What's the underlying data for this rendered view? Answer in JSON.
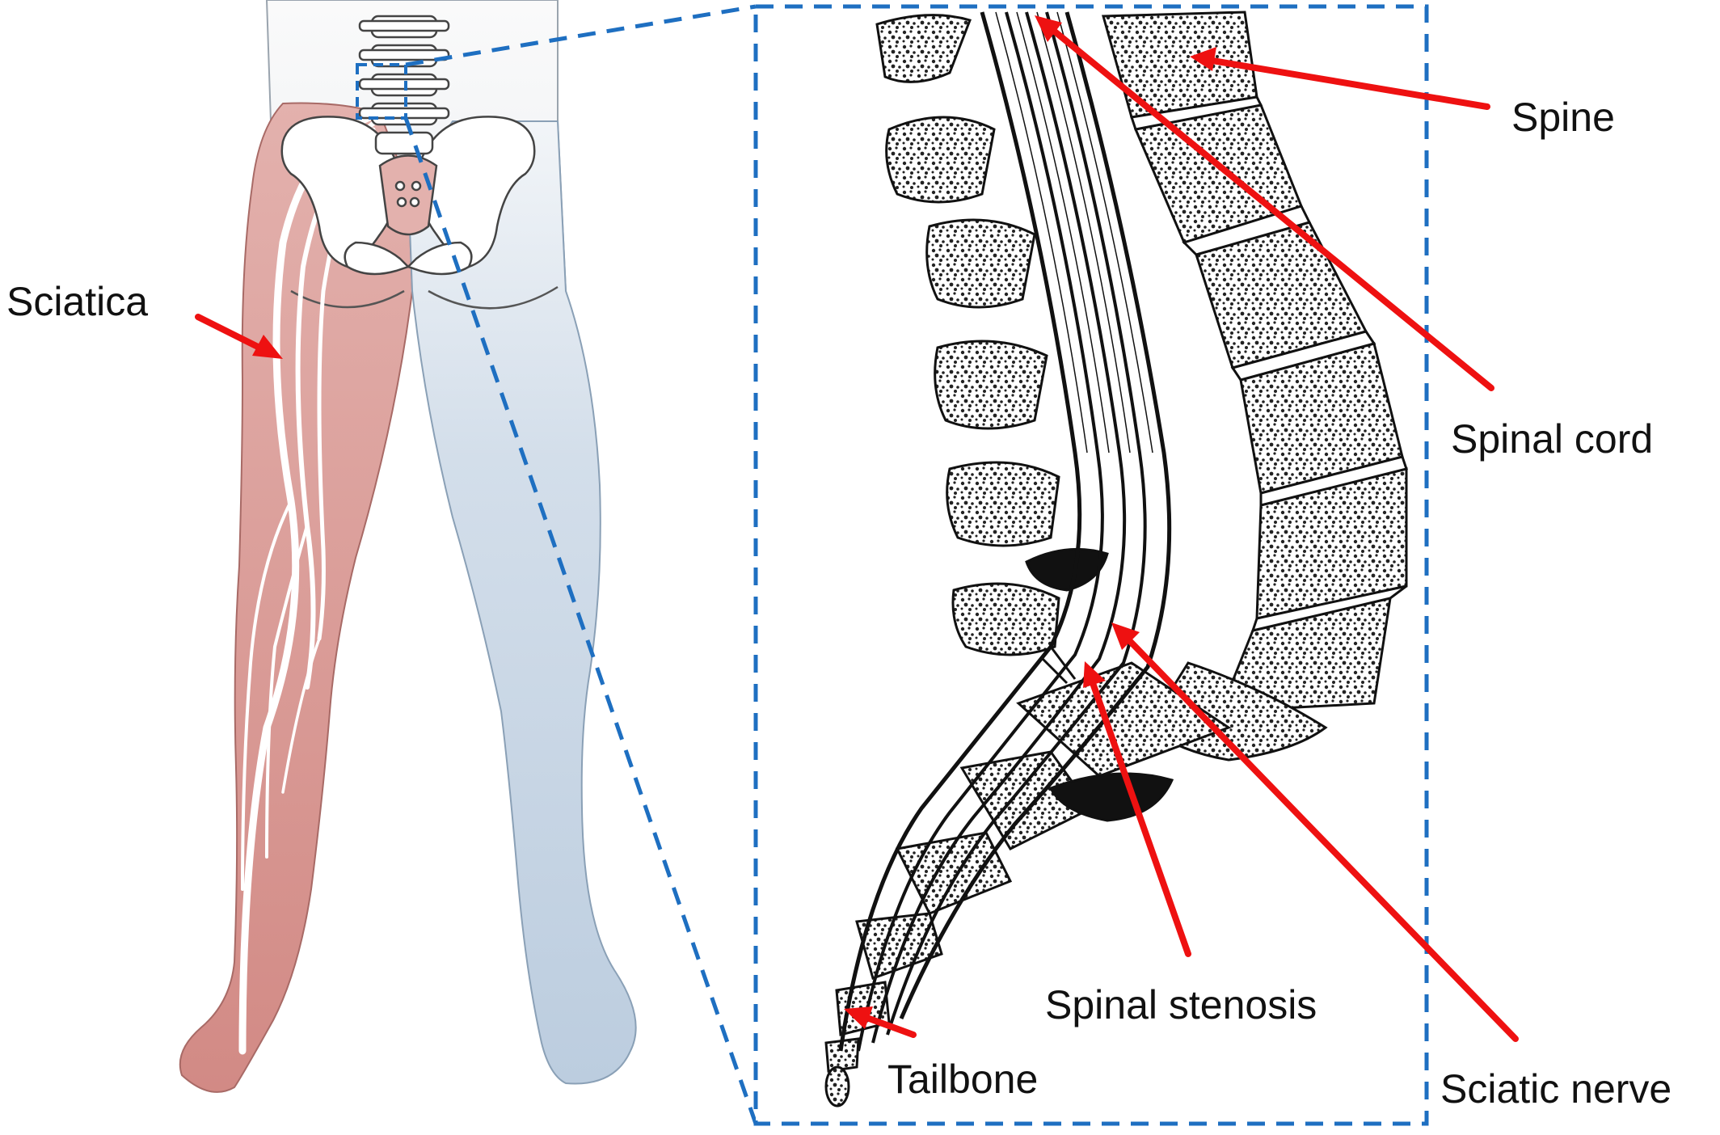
{
  "labels": {
    "sciatica": "Sciatica",
    "spine": "Spine",
    "spinal_cord": "Spinal cord",
    "spinal_stenosis": "Spinal stenosis",
    "sciatic_nerve": "Sciatic nerve",
    "tailbone": "Tailbone"
  },
  "colors": {
    "affected_leg": "#d9948f",
    "healthy_leg": "#c8d6e4",
    "callout_border": "#1e6fc1",
    "arrow": "#ee1111",
    "bone_fill": "#ffffff",
    "ink": "#111111"
  }
}
